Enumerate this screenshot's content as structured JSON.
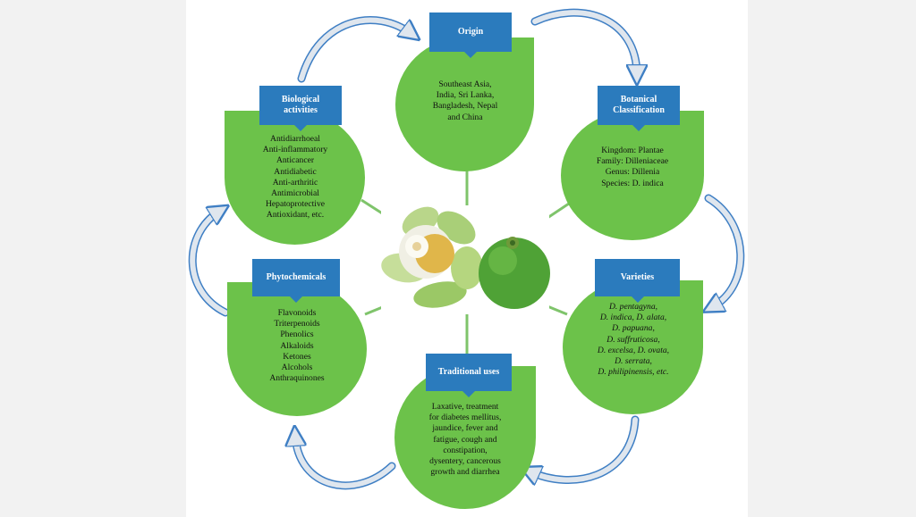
{
  "nodes": {
    "origin": {
      "title": [
        "Origin"
      ],
      "body": [
        "Southeast Asia,",
        "India, Sri Lanka,",
        "Bangladesh, Nepal",
        "and China"
      ]
    },
    "botanical": {
      "title": [
        "Botanical",
        "Classification"
      ],
      "body": [
        "Kingdom: Plantae",
        "Family: Dilleniaceae",
        "Genus: Dillenia",
        "Species: D. indica"
      ]
    },
    "varieties": {
      "title": [
        "Varieties"
      ],
      "body": [
        "D. pentagyna,",
        "D. indica, D. alata,",
        "D. papuana,",
        "D. suffruticosa,",
        "D. excelsa, D. ovata,",
        "D. serrata,",
        "D. philipinensis, etc."
      ]
    },
    "traditional": {
      "title": [
        "Traditional uses"
      ],
      "body": [
        "Laxative, treatment",
        "for diabetes mellitus,",
        "jaundice, fever and",
        "fatigue, cough and",
        "constipation,",
        "dysentery, cancerous",
        "growth and diarrhea"
      ]
    },
    "phytochemicals": {
      "title": [
        "Phytochemicals"
      ],
      "body": [
        "Flavonoids",
        "Triterpenoids",
        "Phenolics",
        "Alkaloids",
        "Ketones",
        "Alcohols",
        "Anthraquinones"
      ]
    },
    "biological": {
      "title": [
        "Biological",
        "activities"
      ],
      "body": [
        "Antidiarrhoeal",
        "Anti-inflammatory",
        "Anticancer",
        "Antidiabetic",
        "Anti-arthritic",
        "Antimicrobial",
        "Hepatoprotective",
        "Antioxidant, etc."
      ]
    }
  },
  "colors": {
    "leaf": "#6cc24a",
    "label": "#2b7bbd",
    "arrow_fill": "#dfe6ee",
    "arrow_stroke": "#3f7fc4",
    "connector": "#7fc46b"
  },
  "center_image": {
    "subject": "elephant apple flower and fruit"
  }
}
